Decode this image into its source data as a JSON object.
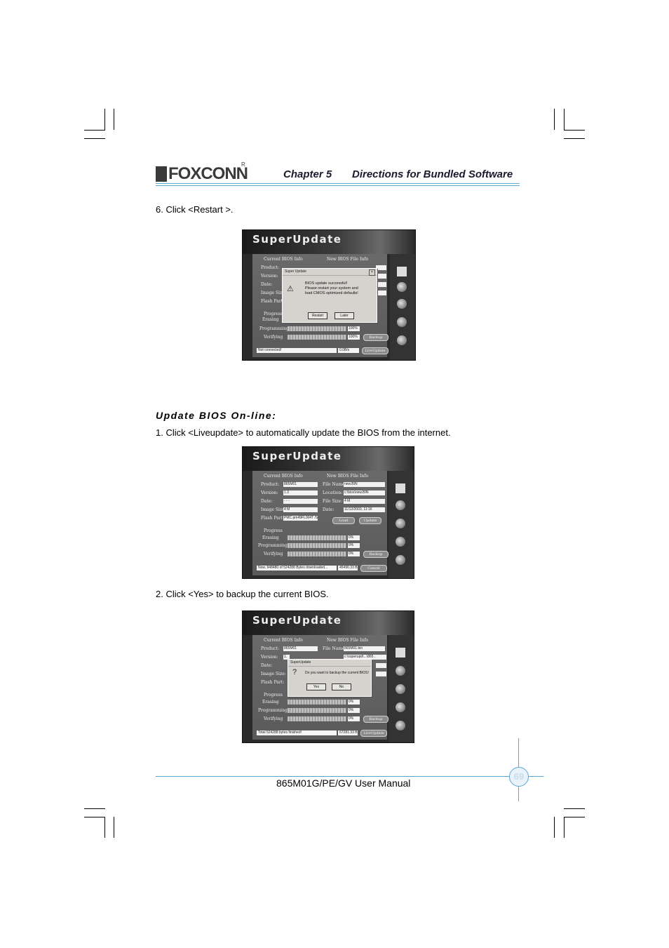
{
  "header": {
    "logo_text": "FOXCONN",
    "logo_reg": "R",
    "chapter": "Chapter 5",
    "title": "Directions for Bundled Software"
  },
  "step6": "6.  Click <Restart >.",
  "section_heading": "Update  BIOS  On-line:",
  "step1": "1.  Click <Liveupdate> to automatically update the BIOS from the internet.",
  "step2": "2.  Click <Yes> to backup the current BIOS.",
  "app": {
    "title": "SuperUpdate",
    "current_bios_info": "Current BIOS Info",
    "new_bios_file_info": "New BIOS File Info",
    "labels": {
      "product": "Product:",
      "version": "Version:",
      "date": "Date:",
      "image_size": "Image Size:",
      "flash_part": "Flash Part:",
      "file_name": "File Name:",
      "location": "Location:",
      "file_size": "File Size:",
      "date2": "Date:",
      "progress": "Progress",
      "erasing": "Erasing",
      "programming": "Programming",
      "verifying": "Verifying"
    },
    "buttons": {
      "backup": "Backup",
      "liveupdate": "LiveUpdate",
      "load": "Load",
      "update": "Update",
      "cancel": "Cancel"
    }
  },
  "shot1": {
    "dialog_title": "Super Update",
    "dialog_msg_1": "BIOS update successful!",
    "dialog_msg_2": "Please restart your system and",
    "dialog_msg_3": "load CMOS optimized defaults!",
    "restart_label": "Restart",
    "later_label": "Later",
    "programming_pct": "100%",
    "verifying_pct": "100%",
    "status_left": "Not connected!",
    "status_right": "0.0B/s"
  },
  "shot2": {
    "product": "865M01",
    "version": "1.3",
    "date": "- - -",
    "image_size": "4 M",
    "flash_part": "PMC pm49FL004T /SST",
    "file_name": "new.BIN",
    "location": "c:\\bios\\new.BIN",
    "file_size": "4 M",
    "file_date": "11/12/2003, 11:16",
    "erasing_pct": "0%",
    "programming_pct": "0%",
    "verifying_pct": "0%",
    "status_left": "Now, 948480 of 524288 Bytes downloaded...",
    "status_right": "45490.33 B"
  },
  "shot3": {
    "product": "865M01",
    "version": "1.",
    "file_name": "865M01.bin",
    "location": "c:\\superupd\\...\\865...",
    "dialog_title": "SuperUpdate",
    "dialog_msg": "Do you want to backup the current BIOS!",
    "yes_label": "Yes",
    "no_label": "No",
    "erasing_pct": "0%",
    "programming_pct": "0%",
    "verifying_pct": "0%",
    "status_left": "Total 524288 bytes finished!",
    "status_right": "67281.33 B"
  },
  "footer": {
    "manual": "865M01G/PE/GV User Manual",
    "page": "69"
  }
}
